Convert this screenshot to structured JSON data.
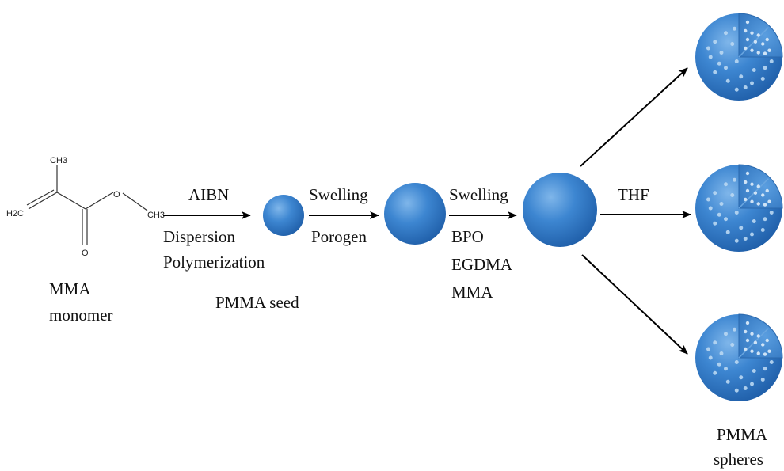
{
  "colors": {
    "sphere_highlight": "#7fb6ea",
    "sphere_main": "#3d86d1",
    "sphere_shadow": "#1f5ea8",
    "pore": "#b9d7f2",
    "arrow": "#000000"
  },
  "monomer": {
    "ch3_top": "CH3",
    "ch2_left": "H2C",
    "oxygen_ester": "O",
    "ch3_right": "CH3",
    "oxygen_carbonyl": "O",
    "label_line1": "MMA",
    "label_line2": "monomer"
  },
  "step1": {
    "above": "AIBN",
    "below_line1": "Dispersion",
    "below_line2": "Polymerization"
  },
  "seed": {
    "label": "PMMA seed"
  },
  "step2": {
    "above": "Swelling",
    "below": "Porogen"
  },
  "step3": {
    "above": "Swelling",
    "below_line1": "BPO",
    "below_line2": "EGDMA",
    "below_line3": "MMA"
  },
  "step4": {
    "above": "THF"
  },
  "product": {
    "label_line1": "PMMA",
    "label_line2": "spheres"
  }
}
